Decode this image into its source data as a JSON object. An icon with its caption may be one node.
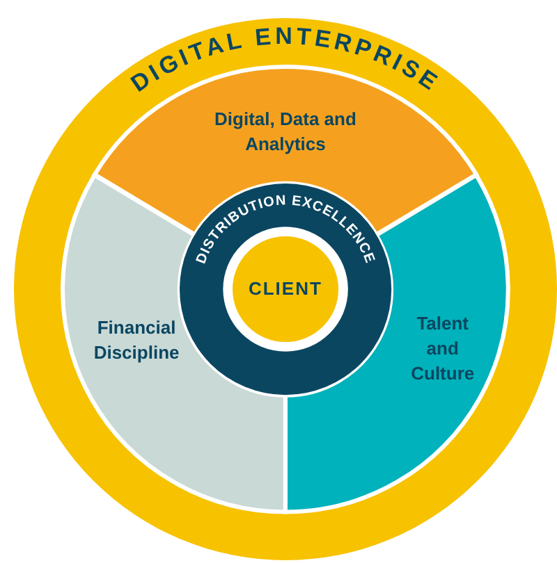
{
  "diagram": {
    "nodes": [
      {
        "text": [
          "DIGITAL ENTERPRISE"
        ]
      },
      {
        "text": [
          "Digital, Data and Analytics"
        ],
        "in": 0
      },
      {
        "text": [
          "Financial Discipline"
        ],
        "in": 0
      },
      {
        "text": [
          "Talent and Culture"
        ],
        "in": 0
      },
      {
        "text": [
          "DISTRIBUTION EXCELLENCE"
        ],
        "in": 0
      },
      {
        "text": [
          "CLIENT"
        ],
        "in": 4
      }
    ],
    "edges": []
  }
}
